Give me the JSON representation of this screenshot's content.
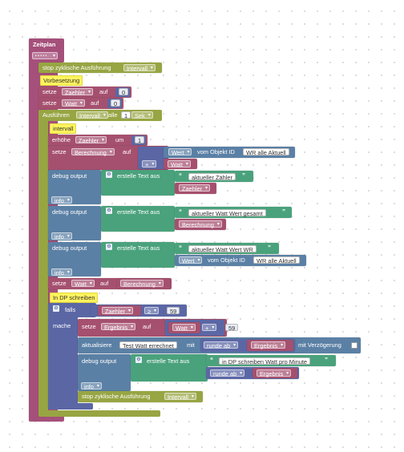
{
  "schedule": {
    "title": "Zeitplan",
    "dots": "• • • • •"
  },
  "stop1": {
    "label": "stop zyklische Ausführung",
    "var": "Intervall"
  },
  "comment_init": "Vorbesetzung",
  "set_counter": {
    "set": "setze",
    "var": "Zaehler",
    "to": "auf",
    "value": "0"
  },
  "set_watt": {
    "set": "setze",
    "var": "Watt",
    "to": "auf",
    "value": "0"
  },
  "interval_exec": {
    "label": "Ausführen",
    "var": "Intervall",
    "every": "alle",
    "value": "1",
    "unit": "Sek"
  },
  "comment_interval": "intervall",
  "increment": {
    "label": "erhöhe",
    "var": "Zaehler",
    "by": "um",
    "value": "1"
  },
  "set_calc": {
    "set": "setze",
    "var": "Berechnung",
    "to": "auf",
    "get_label": "vom Objekt ID",
    "get_attr": "Wert",
    "object": "WR alle Aktuell",
    "op": "+",
    "watt": "Watt"
  },
  "debug1": {
    "label": "debug output",
    "create": "erstelle Text aus",
    "text": "aktueller Zähler",
    "var": "Zaehler",
    "info": "info"
  },
  "debug2": {
    "label": "debug output",
    "create": "erstelle Text aus",
    "text": "aktueller Watt Wert gesamt",
    "var": "Berechnung",
    "info": "info"
  },
  "debug3": {
    "label": "debug output",
    "create": "erstelle Text aus",
    "text": "aktueller Watt Wert WR",
    "get_attr": "Wert",
    "get_label": "vom Objekt ID",
    "object": "WR alle Aktuell",
    "info": "info"
  },
  "set_watt2": {
    "set": "setze",
    "var": "Watt",
    "to": "auf",
    "value": "Berechnung"
  },
  "comment_dp": "In DP schreiben",
  "if_block": {
    "if": "falls",
    "var": "Zaehler",
    "op": "≥",
    "value": "59",
    "do": "mache"
  },
  "set_result": {
    "set": "setze",
    "var": "Ergebnis",
    "to": "auf",
    "watt": "Watt",
    "op": "+",
    "value": "59"
  },
  "update": {
    "label": "aktualisiere",
    "target": "Test Watt errechnet",
    "with": "mit",
    "round": "runde ab",
    "var": "Ergebnis",
    "delay": "mit Verzögerung"
  },
  "debug4": {
    "label": "debug output",
    "create": "erstelle Text aus",
    "text": "in DP schreiben Watt pro Minute",
    "round": "runde ab",
    "var": "Ergebnis",
    "info": "info"
  },
  "stop2": {
    "label": "stop zyklische Ausführung",
    "var": "Intervall"
  },
  "quote_open": "“",
  "quote_close": "”",
  "gear_symbol": "⚙",
  "colors": {
    "schedule": "#a5507a",
    "control": "#98a543",
    "variable": "#a5506e",
    "logic": "#5b67a5",
    "text": "#4aa27c",
    "debug": "#5b80a5"
  }
}
